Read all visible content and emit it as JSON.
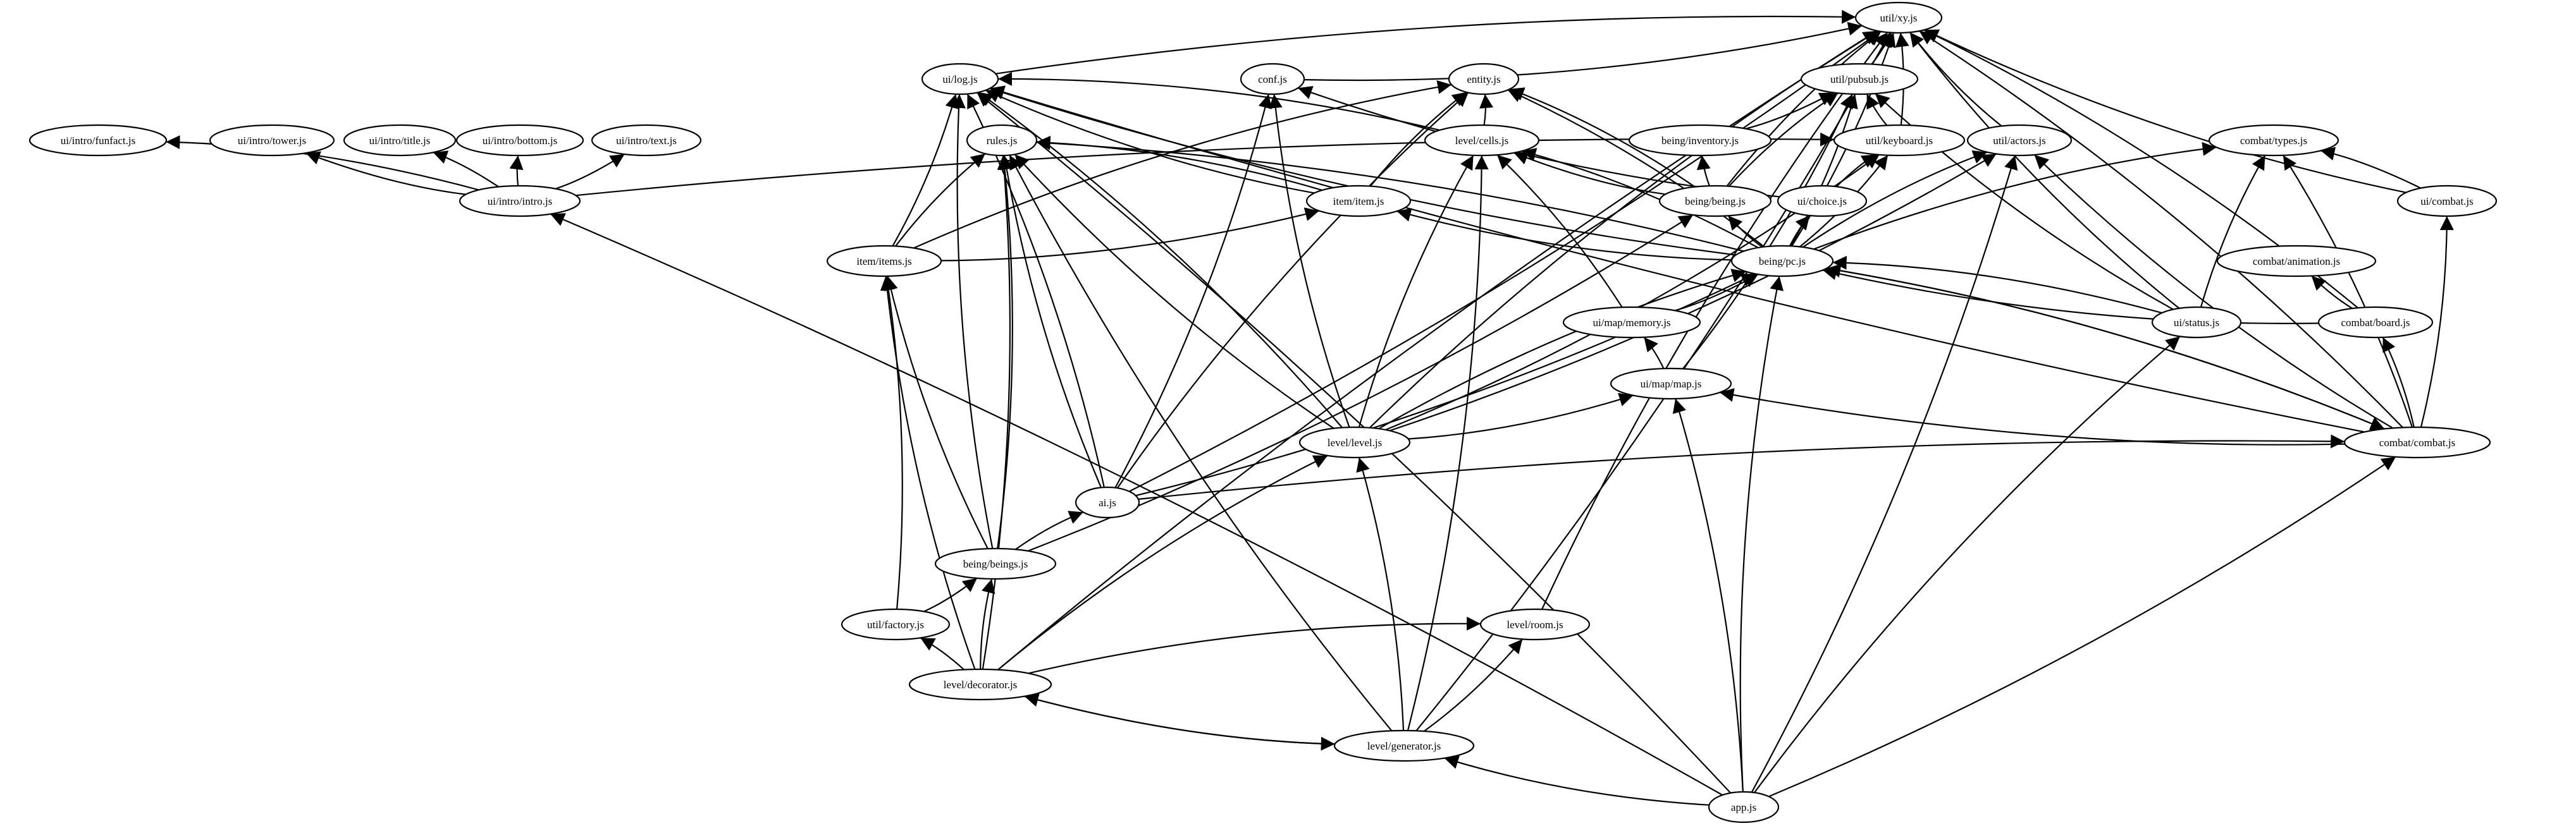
{
  "diagram": {
    "type": "directed-dependency-graph",
    "nodes": [
      {
        "id": "util_xy",
        "label": "util/xy.js"
      },
      {
        "id": "ui_log",
        "label": "ui/log.js"
      },
      {
        "id": "conf",
        "label": "conf.js"
      },
      {
        "id": "entity",
        "label": "entity.js"
      },
      {
        "id": "util_pubsub",
        "label": "util/pubsub.js"
      },
      {
        "id": "ui_intro_funfact",
        "label": "ui/intro/funfact.js"
      },
      {
        "id": "ui_intro_tower",
        "label": "ui/intro/tower.js"
      },
      {
        "id": "ui_intro_title",
        "label": "ui/intro/title.js"
      },
      {
        "id": "ui_intro_bottom",
        "label": "ui/intro/bottom.js"
      },
      {
        "id": "ui_intro_text",
        "label": "ui/intro/text.js"
      },
      {
        "id": "rules",
        "label": "rules.js"
      },
      {
        "id": "level_cells",
        "label": "level/cells.js"
      },
      {
        "id": "being_inventory",
        "label": "being/inventory.js"
      },
      {
        "id": "util_keyboard",
        "label": "util/keyboard.js"
      },
      {
        "id": "util_actors",
        "label": "util/actors.js"
      },
      {
        "id": "combat_types",
        "label": "combat/types.js"
      },
      {
        "id": "ui_intro_intro",
        "label": "ui/intro/intro.js"
      },
      {
        "id": "item_item",
        "label": "item/item.js"
      },
      {
        "id": "being_being",
        "label": "being/being.js"
      },
      {
        "id": "ui_choice",
        "label": "ui/choice.js"
      },
      {
        "id": "ui_combat",
        "label": "ui/combat.js"
      },
      {
        "id": "item_items",
        "label": "item/items.js"
      },
      {
        "id": "being_pc",
        "label": "being/pc.js"
      },
      {
        "id": "combat_animation",
        "label": "combat/animation.js"
      },
      {
        "id": "ui_map_memory",
        "label": "ui/map/memory.js"
      },
      {
        "id": "ui_status",
        "label": "ui/status.js"
      },
      {
        "id": "combat_board",
        "label": "combat/board.js"
      },
      {
        "id": "ui_map_map",
        "label": "ui/map/map.js"
      },
      {
        "id": "level_level",
        "label": "level/level.js"
      },
      {
        "id": "combat_combat",
        "label": "combat/combat.js"
      },
      {
        "id": "ai",
        "label": "ai.js"
      },
      {
        "id": "being_beings",
        "label": "being/beings.js"
      },
      {
        "id": "util_factory",
        "label": "util/factory.js"
      },
      {
        "id": "level_room",
        "label": "level/room.js"
      },
      {
        "id": "level_decorator",
        "label": "level/decorator.js"
      },
      {
        "id": "level_generator",
        "label": "level/generator.js"
      },
      {
        "id": "app",
        "label": "app.js"
      }
    ],
    "edges": [
      [
        "conf",
        "util_xy"
      ],
      [
        "ui_log",
        "util_xy"
      ],
      [
        "util_pubsub",
        "util_xy"
      ],
      [
        "being_being",
        "util_xy"
      ],
      [
        "util_keyboard",
        "util_xy"
      ],
      [
        "util_actors",
        "util_xy"
      ],
      [
        "being_pc",
        "util_xy"
      ],
      [
        "ui_combat",
        "util_xy"
      ],
      [
        "combat_board",
        "util_xy"
      ],
      [
        "ui_status",
        "util_xy"
      ],
      [
        "combat_combat",
        "util_xy"
      ],
      [
        "level_level",
        "util_xy"
      ],
      [
        "ai",
        "util_xy"
      ],
      [
        "level_room",
        "util_xy"
      ],
      [
        "level_generator",
        "util_xy"
      ],
      [
        "level_decorator",
        "util_xy"
      ],
      [
        "level_cells",
        "ui_log"
      ],
      [
        "item_item",
        "ui_log"
      ],
      [
        "item_items",
        "ui_log"
      ],
      [
        "being_pc",
        "ui_log"
      ],
      [
        "ai",
        "ui_log"
      ],
      [
        "being_beings",
        "ui_log"
      ],
      [
        "level_level",
        "ui_log"
      ],
      [
        "combat_combat",
        "ui_log"
      ],
      [
        "app",
        "ui_log"
      ],
      [
        "ui_choice",
        "conf"
      ],
      [
        "ai",
        "conf"
      ],
      [
        "level_level",
        "conf"
      ],
      [
        "level_cells",
        "entity"
      ],
      [
        "item_item",
        "entity"
      ],
      [
        "being_being",
        "entity"
      ],
      [
        "item_items",
        "entity"
      ],
      [
        "being_pc",
        "entity"
      ],
      [
        "ai",
        "entity"
      ],
      [
        "being_inventory",
        "util_pubsub"
      ],
      [
        "being_being",
        "util_pubsub"
      ],
      [
        "being_pc",
        "util_pubsub"
      ],
      [
        "ui_status",
        "util_pubsub"
      ],
      [
        "ui_map_map",
        "util_pubsub"
      ],
      [
        "util_keyboard",
        "util_pubsub"
      ],
      [
        "ui_intro_intro",
        "ui_intro_funfact"
      ],
      [
        "ui_intro_intro",
        "ui_intro_tower"
      ],
      [
        "ui_intro_intro",
        "ui_intro_title"
      ],
      [
        "ui_intro_intro",
        "ui_intro_bottom"
      ],
      [
        "ui_intro_intro",
        "ui_intro_text"
      ],
      [
        "ui_intro_intro",
        "util_keyboard"
      ],
      [
        "item_item",
        "rules"
      ],
      [
        "item_items",
        "rules"
      ],
      [
        "being_pc",
        "rules"
      ],
      [
        "ai",
        "rules"
      ],
      [
        "being_beings",
        "rules"
      ],
      [
        "level_level",
        "rules"
      ],
      [
        "level_decorator",
        "rules"
      ],
      [
        "level_generator",
        "rules"
      ],
      [
        "being_pc",
        "level_cells"
      ],
      [
        "being_being",
        "level_cells"
      ],
      [
        "ui_map_memory",
        "level_cells"
      ],
      [
        "level_level",
        "level_cells"
      ],
      [
        "level_generator",
        "level_cells"
      ],
      [
        "being_being",
        "being_inventory"
      ],
      [
        "being_pc",
        "util_keyboard"
      ],
      [
        "ui_choice",
        "util_keyboard"
      ],
      [
        "level_level",
        "util_keyboard"
      ],
      [
        "being_pc",
        "util_actors"
      ],
      [
        "level_level",
        "util_actors"
      ],
      [
        "combat_combat",
        "util_actors"
      ],
      [
        "app",
        "util_actors"
      ],
      [
        "being_pc",
        "combat_types"
      ],
      [
        "ui_combat",
        "combat_types"
      ],
      [
        "ui_status",
        "combat_types"
      ],
      [
        "combat_combat",
        "combat_types"
      ],
      [
        "being_pc",
        "item_item"
      ],
      [
        "item_items",
        "item_item"
      ],
      [
        "being_pc",
        "being_being"
      ],
      [
        "being_beings",
        "being_being"
      ],
      [
        "being_pc",
        "ui_choice"
      ],
      [
        "combat_combat",
        "ui_combat"
      ],
      [
        "being_beings",
        "item_items"
      ],
      [
        "util_factory",
        "item_items"
      ],
      [
        "level_decorator",
        "item_items"
      ],
      [
        "ui_status",
        "being_pc"
      ],
      [
        "combat_board",
        "being_pc"
      ],
      [
        "combat_combat",
        "being_pc"
      ],
      [
        "level_level",
        "being_pc"
      ],
      [
        "ai",
        "being_pc"
      ],
      [
        "app",
        "being_pc"
      ],
      [
        "ui_map_memory",
        "being_pc"
      ],
      [
        "combat_board",
        "combat_animation"
      ],
      [
        "ui_map_map",
        "ui_map_memory"
      ],
      [
        "app",
        "ui_status"
      ],
      [
        "combat_combat",
        "combat_board"
      ],
      [
        "being_pc",
        "combat_combat"
      ],
      [
        "level_level",
        "ui_map_map"
      ],
      [
        "combat_combat",
        "ui_map_map"
      ],
      [
        "app",
        "ui_map_map"
      ],
      [
        "level_decorator",
        "level_level"
      ],
      [
        "level_generator",
        "level_level"
      ],
      [
        "ai",
        "combat_combat"
      ],
      [
        "app",
        "combat_combat"
      ],
      [
        "being_beings",
        "ai"
      ],
      [
        "util_factory",
        "being_beings"
      ],
      [
        "level_decorator",
        "being_beings"
      ],
      [
        "level_decorator",
        "util_factory"
      ],
      [
        "level_decorator",
        "level_room"
      ],
      [
        "level_generator",
        "level_room"
      ],
      [
        "level_generator",
        "level_decorator"
      ],
      [
        "level_decorator",
        "level_generator"
      ],
      [
        "app",
        "level_generator"
      ],
      [
        "app",
        "ui_intro_intro"
      ]
    ]
  }
}
